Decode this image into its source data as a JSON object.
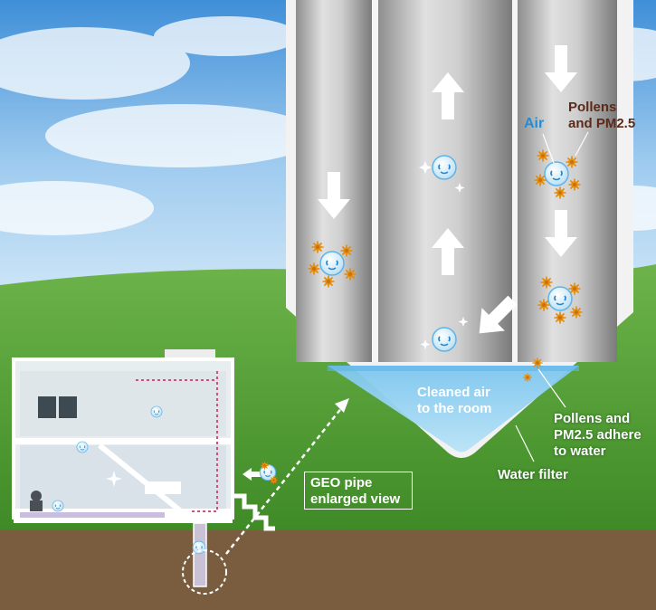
{
  "labels": {
    "air": "Air",
    "pollens": "Pollens\nand PM2.5",
    "cleaned_air": "Cleaned air\nto the room",
    "adhere": "Pollens and\nPM2.5 adhere\nto water",
    "water_filter": "Water filter",
    "geo_pipe": "GEO pipe\nenlarged view"
  },
  "colors": {
    "sky_top": "#3f8fd8",
    "grass": "#4f9a32",
    "soil": "#7a5c3e",
    "water": "#8fd0f2",
    "pipe_frame": "#f2f2f2",
    "air_label": "#1e8fd6",
    "pollen_label": "#5a2a1a",
    "pollen": "#f2a31c"
  },
  "icons": [
    "up-arrow-icon",
    "down-arrow-icon",
    "diagonal-arrow-icon",
    "air-particle-icon",
    "pollen-particle-icon",
    "sparkle-icon",
    "house-icon",
    "dashed-arrow-icon"
  ]
}
